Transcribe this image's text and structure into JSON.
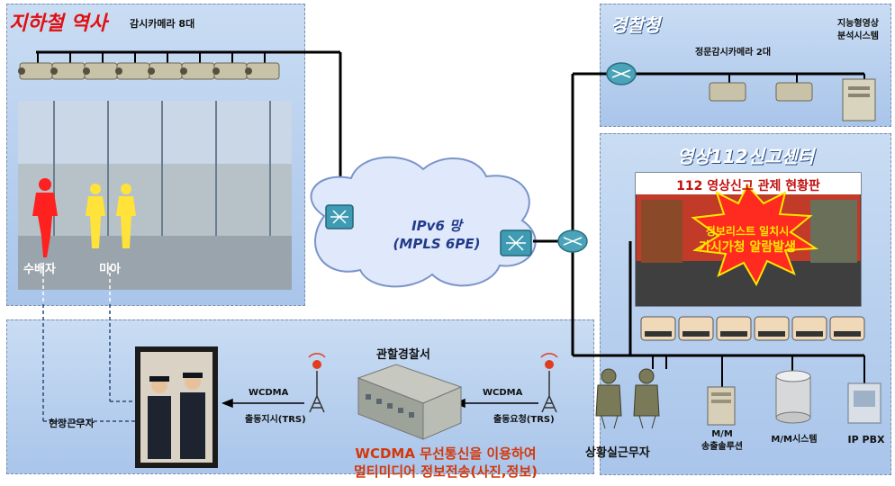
{
  "subway": {
    "title": "지하철 역사",
    "camera_label": "감시카메라 8대",
    "wanted_label": "수배자",
    "missing_label": "미아"
  },
  "police_hq": {
    "title": "경찰청",
    "gate_camera_label": "정문감시카메라 2대",
    "analysis_label_line1": "지능형영상",
    "analysis_label_line2": "분석시스템"
  },
  "center": {
    "title": "영상112신고센터",
    "board_title": "112 영상신고 관제 현황판",
    "alarm_line1": "정보리스트 일치시",
    "alarm_line2": "가시가청 알람발생",
    "mm_switch_line1": "M/M",
    "mm_switch_line2": "송출솔루션",
    "mm_system": "M/M시스템",
    "ip_pbx": "IP PBX"
  },
  "network": {
    "line1": "IPv6 망",
    "line2": "(MPLS 6PE)"
  },
  "field": {
    "officer_label": "현장근무자",
    "wcdma_left": "WCDMA",
    "dispatch_order": "출동지시(TRS)"
  },
  "station": {
    "title": "관할경찰서",
    "wcdma_right": "WCDMA",
    "dispatch_request": "출동요청(TRS)"
  },
  "operator_label": "상황실근무자",
  "footer": {
    "line1": "WCDMA 무선통신을 이용하여",
    "line2": "멀티미디어 정보전송(사진,정보)"
  }
}
